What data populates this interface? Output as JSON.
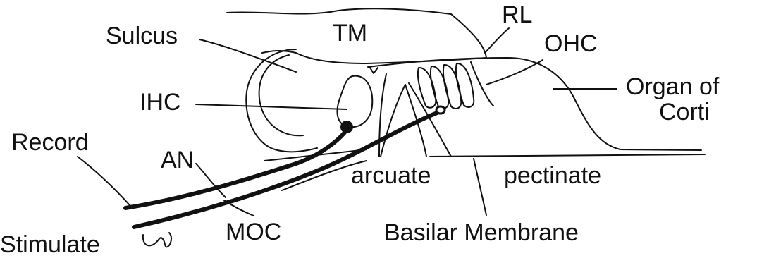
{
  "labels": {
    "sulcus": "Sulcus",
    "tm": "TM",
    "rl": "RL",
    "ohc": "OHC",
    "organ_line1": "Organ of",
    "organ_line2": "Corti",
    "ihc": "IHC",
    "record": "Record",
    "an": "AN",
    "arcuate": "arcuate",
    "pectinate": "pectinate",
    "moc": "MOC",
    "stimulate": "Stimulate",
    "basilar": "Basilar Membrane"
  },
  "colors": {
    "ink": "#111111",
    "background": "#ffffff"
  }
}
